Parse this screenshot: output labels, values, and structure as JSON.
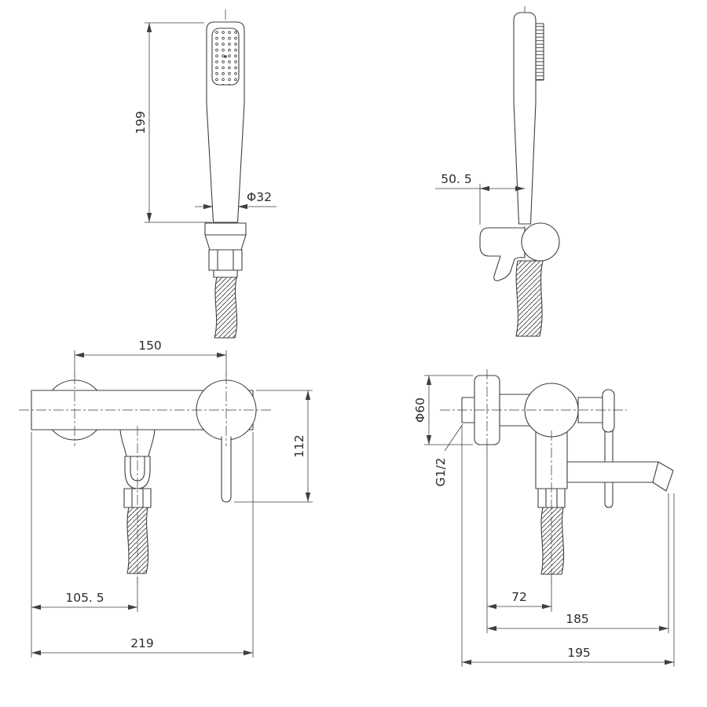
{
  "colors": {
    "line": "#3f3f3f",
    "text": "#2b2b2b",
    "background": "#ffffff"
  },
  "views": {
    "handset_front": {
      "dims": {
        "length": "199",
        "handle_diameter": "Φ32"
      }
    },
    "handset_side": {
      "dims": {
        "holder_offset": "50. 5"
      }
    },
    "mixer_front": {
      "dims": {
        "inlet_spacing": "150",
        "handle_drop": "112",
        "outlet_offset": "105. 5",
        "overall_width": "219"
      }
    },
    "mixer_side": {
      "dims": {
        "flange_diameter": "Φ60",
        "inlet_thread": "G1/2",
        "outlet_setback": "72",
        "spout_reach": "185",
        "overall_depth": "195"
      }
    }
  }
}
